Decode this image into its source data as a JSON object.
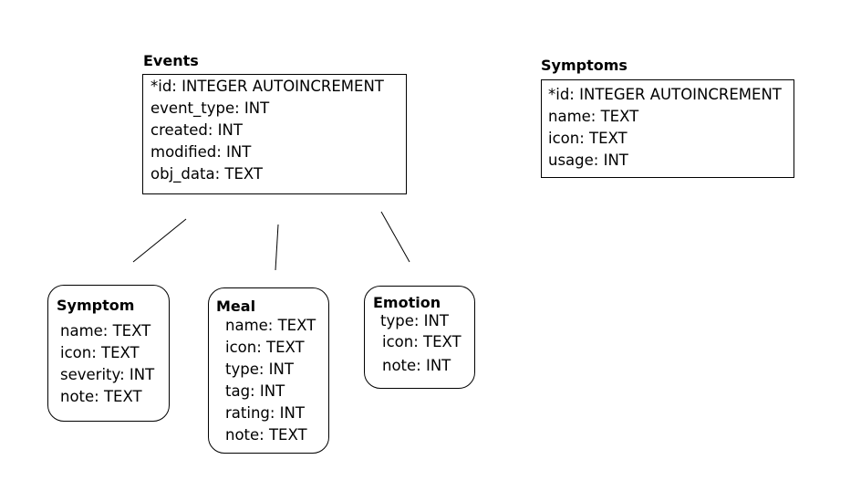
{
  "events": {
    "title": "Events",
    "fields": [
      "*id: INTEGER AUTOINCREMENT",
      "event_type: INT",
      "created: INT",
      "modified: INT",
      "obj_data: TEXT"
    ]
  },
  "symptoms": {
    "title": "Symptoms",
    "fields": [
      "*id: INTEGER AUTOINCREMENT",
      "name: TEXT",
      "icon: TEXT",
      "usage: INT"
    ]
  },
  "symptom": {
    "title": "Symptom",
    "fields": [
      "name: TEXT",
      "icon: TEXT",
      "severity: INT",
      "note: TEXT"
    ]
  },
  "meal": {
    "title": "Meal",
    "fields": [
      "name: TEXT",
      "icon: TEXT",
      "type: INT",
      "tag: INT",
      "rating: INT",
      "note: TEXT"
    ]
  },
  "emotion": {
    "title": "Emotion",
    "fields": [
      "type: INT",
      "icon: TEXT",
      "note: INT"
    ]
  }
}
